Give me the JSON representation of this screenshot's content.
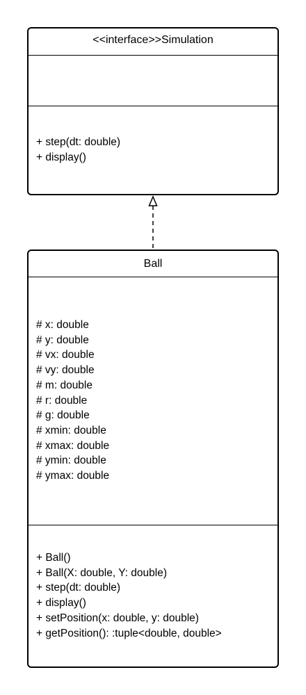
{
  "diagram": {
    "interface": {
      "name": "<<interface>>Simulation",
      "attributes": [],
      "methods": [
        "+ step(dt: double)",
        "+ display()"
      ]
    },
    "ball": {
      "name": "Ball",
      "attributes": [
        "# x: double",
        "# y: double",
        "# vx: double",
        "# vy: double",
        "# m: double",
        "# r: double",
        "# g: double",
        "# xmin: double",
        "# xmax: double",
        "# ymin: double",
        "# ymax: double"
      ],
      "methods": [
        "+ Ball()",
        "+ Ball(X: double, Y: double)",
        "+ step(dt: double)",
        "+ display()",
        "+ setPosition(x: double, y: double)",
        "+ getPosition(): :tuple<double, double>"
      ]
    },
    "relationship": {
      "type": "realization",
      "from": "Ball",
      "to": "<<interface>>Simulation"
    }
  }
}
